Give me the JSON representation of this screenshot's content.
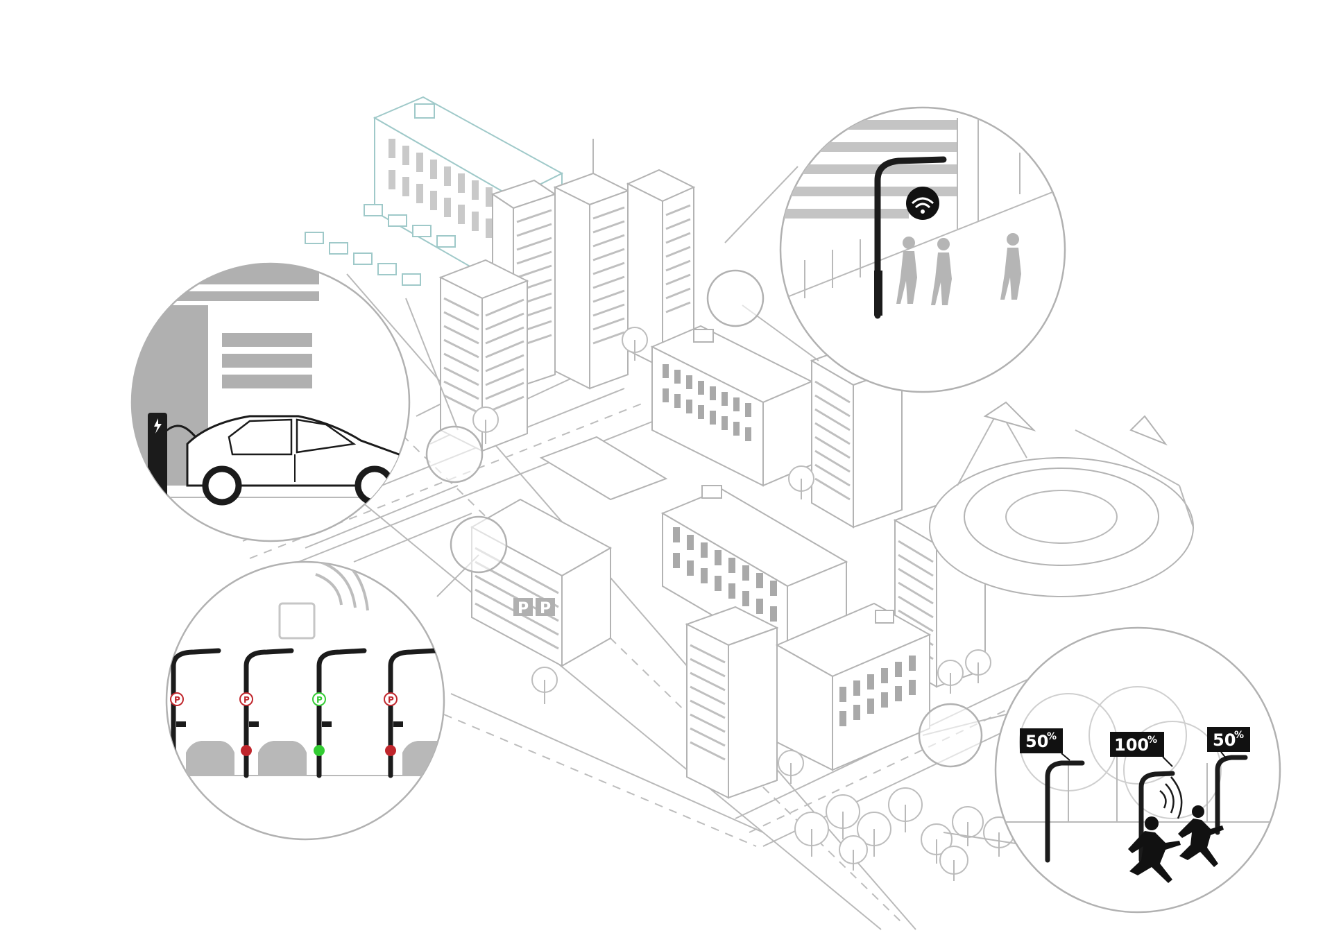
{
  "scene": {
    "dimming_labels": [
      {
        "value": "50",
        "unit": "%"
      },
      {
        "value": "100",
        "unit": "%"
      },
      {
        "value": "50",
        "unit": "%"
      }
    ],
    "parking_sign_letter": "P",
    "garage_sign_letters": [
      "P",
      "P"
    ],
    "parking_sensor_states": [
      "occupied",
      "occupied",
      "free",
      "occupied"
    ],
    "colors": {
      "line_gray": "#b9b9b9",
      "window_gray": "#a9a9a9",
      "accent_teal": "#9fc9c9",
      "pole_black": "#1b1b1b",
      "sensor_red": "#c0262c",
      "sensor_green": "#33cc33",
      "label_bg": "#111111"
    },
    "icons": [
      "ev-charger-icon",
      "wifi-icon",
      "sensor-wave-icon",
      "parking-sign-icon",
      "camera-icon"
    ]
  }
}
